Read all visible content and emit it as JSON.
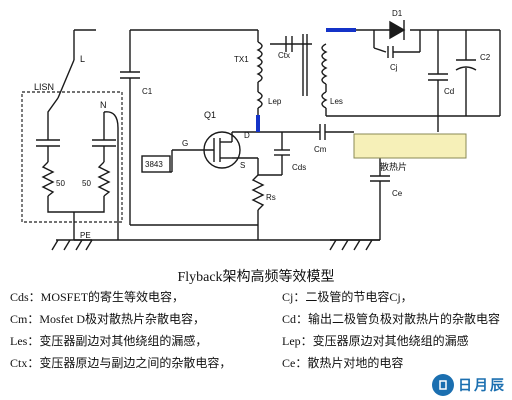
{
  "labels": {
    "L": "L",
    "N": "N",
    "LISN": "LISN",
    "r50a": "50",
    "r50b": "50",
    "PE": "PE",
    "C1": "C1",
    "TX1": "TX1",
    "Ctx": "Ctx",
    "Lep": "Lep",
    "Les": "Les",
    "Q1": "Q1",
    "G": "G",
    "S": "S",
    "D": "D",
    "chip": "3843",
    "Cds": "Cds",
    "Cm": "Cm",
    "Rs": "Rs",
    "D1": "D1",
    "Cj": "Cj",
    "Cd": "Cd",
    "C2": "C2",
    "heatsink": "散热片",
    "Ce": "Ce"
  },
  "caption": {
    "title": "Flyback架构高频等效模型"
  },
  "legend": [
    {
      "left": "Cds：MOSFET的寄生等效电容，",
      "right": "Cj：二极管的节电容Cj，"
    },
    {
      "left": "Cm：Mosfet D极对散热片杂散电容，",
      "right": "Cd：输出二极管负极对散热片的杂散电容"
    },
    {
      "left": "Les：变压器副边对其他绕组的漏感，",
      "right": "Lep：变压器原边对其他绕组的漏感"
    },
    {
      "left": "Ctx：变压器原边与副边之间的杂散电容，",
      "right": "Ce：散热片对地的电容"
    }
  ],
  "logo": {
    "text": "日月辰"
  },
  "colors": {
    "wire": "#1a1a1a",
    "heatsink": "#f6f0b8",
    "lisn_border": "#444444",
    "accent": "#1b6fb0",
    "highlight": "#1433c8"
  }
}
